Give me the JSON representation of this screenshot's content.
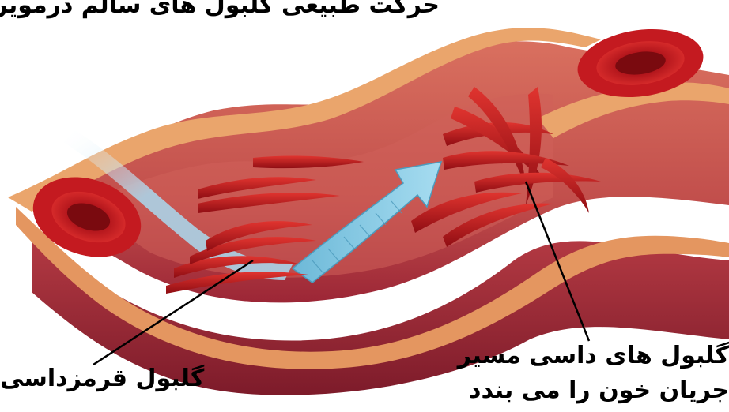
{
  "title": "حرکت طبیعی گلبول های سالم درمویرگ",
  "labels": {
    "sickle_cells_line1": "گلبول های داسی مسیر",
    "sickle_cells_line2": "جریان خون را می بندد",
    "normal_red_cell": "گلبول قرمزداسی"
  },
  "colors": {
    "vessel_outer": "#e9a06d",
    "vessel_inner": "#c95a52",
    "vessel_shadow": "#a8303a",
    "cell_red": "#c0191e",
    "cell_dark": "#8e0c12",
    "flow_arrow": "#8fd0ea"
  }
}
